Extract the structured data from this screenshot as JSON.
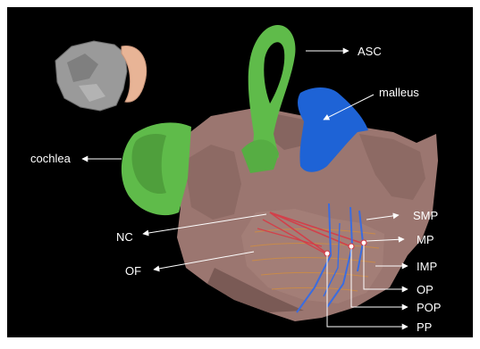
{
  "colors": {
    "background": "#000000",
    "frame": "#ffffff",
    "tissue": "#9b7670",
    "tissue_shadow": "#7a5a55",
    "green_structures": "#5fbb4a",
    "malleus": "#1e63d6",
    "nerve_red": "#d2404a",
    "nerve_blue": "#3a6ce0",
    "arrow": "#ffffff",
    "inset_bone": "#9a9a9a",
    "inset_ear": "#e8b496"
  },
  "labels": {
    "asc": "ASC",
    "malleus": "malleus",
    "cochlea": "cochlea",
    "nc": "NC",
    "of": "OF",
    "smp": "SMP",
    "mp": "MP",
    "imp": "IMP",
    "op": "OP",
    "pop": "POP",
    "pp": "PP"
  },
  "icons": {
    "orientation_inset": "skull-ear-orientation-icon"
  }
}
